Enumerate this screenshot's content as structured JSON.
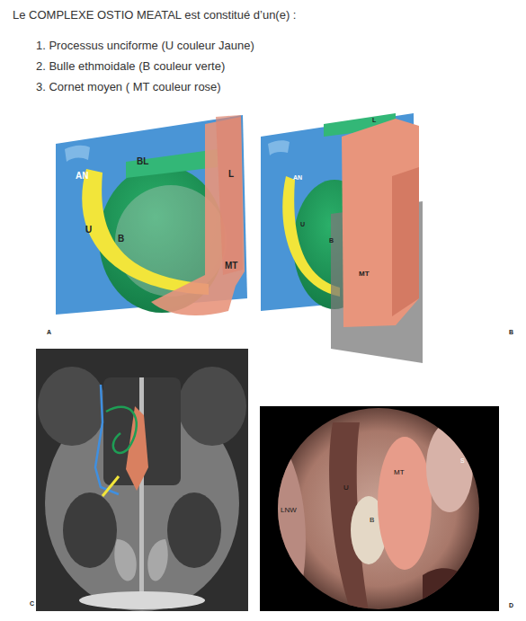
{
  "diagram": {
    "title": "Le COMPLEXE OSTIO MEATAL est constitué d’un(e) :",
    "labels": [
      "1. Processus unciforme (U couleur Jaune)",
      "2. Bulle ethmoidale (B couleur verte)",
      "3. Cornet moyen ( MT couleur rose)",
      "AN",
      "BL",
      "L",
      "U",
      "B",
      "MT",
      "A",
      "L",
      "AN",
      "U",
      "B",
      "MT",
      "B",
      "C",
      "LNW",
      "U",
      "B",
      "MT",
      "S",
      "D"
    ]
  }
}
